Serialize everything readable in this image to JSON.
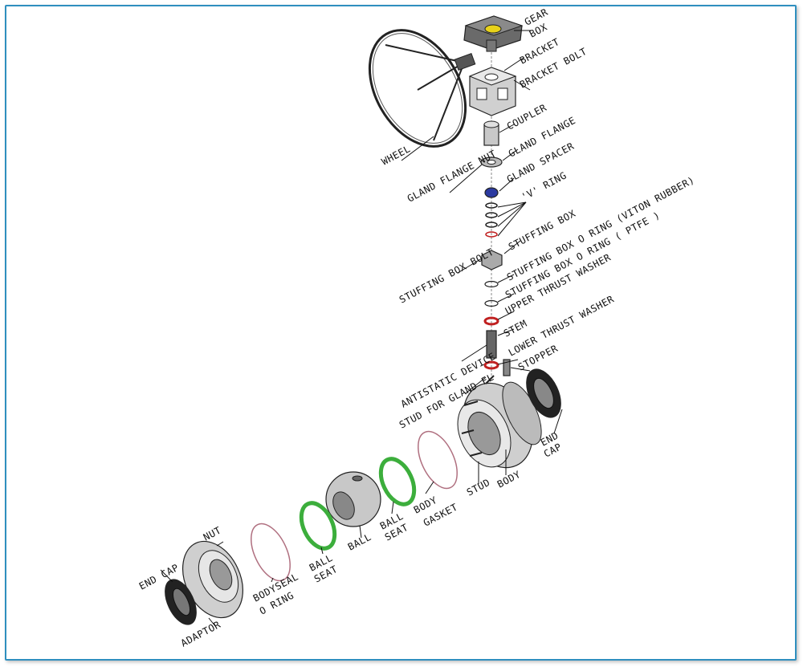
{
  "colors": {
    "frame": "#2f8fbf",
    "seat_ring": "#3cae3c",
    "red_ring": "#c02020",
    "gasket": "#b07080",
    "gearbox_yellow": "#e8d21a",
    "blue_part": "#2b3aa0",
    "metal_dark": "#555555",
    "metal_light": "#cfcfcf"
  },
  "labels": {
    "gear_box_1": "GEAR",
    "gear_box_2": "BOX",
    "bracket": "BRACKET",
    "bracket_bolt": "BRACKET BOLT",
    "wheel": "WHEEL",
    "coupler": "COUPLER",
    "gland_flange": "GLAND FLANGE",
    "gland_flange_nut": "GLAND FLANGE NUT",
    "gland_spacer": "GLAND SPACER",
    "v_ring": "'V' RING",
    "stuffing_box": "STUFFING BOX",
    "stuffing_box_bolt": "STUFFING BOX BOLT",
    "stuffing_box_o_ring_viton": "STUFFING BOX O RING (VITON RUBBER)",
    "stuffing_box_o_ring_ptfe": "STUFFING BOX O RING ( PTFE )",
    "upper_thrust_washer": "UPPER THRUST WASHER",
    "stem": "STEM",
    "lower_thrust_washer": "LOWER THRUST WASHER",
    "antistatic_device": "ANTISTATIC DEVICE",
    "stopper": "STOPPER",
    "stud_for_gland_fl": "STUD FOR GLAND FL",
    "end_cap_right_1": "END",
    "end_cap_right_2": "CAP",
    "body": "BODY",
    "stud": "STUD",
    "body_gasket_1": "BODY",
    "body_gasket_2": "GASKET",
    "ball_seat_right_1": "BALL",
    "ball_seat_right_2": "SEAT",
    "ball": "BALL",
    "ball_seat_left_1": "BALL",
    "ball_seat_left_2": "SEAT",
    "bodyseal_o_ring_1": "BODYSEAL",
    "bodyseal_o_ring_2": "O RING",
    "nut": "NUT",
    "end_cap_left": "END CAP",
    "adaptor": "ADAPTOR"
  }
}
